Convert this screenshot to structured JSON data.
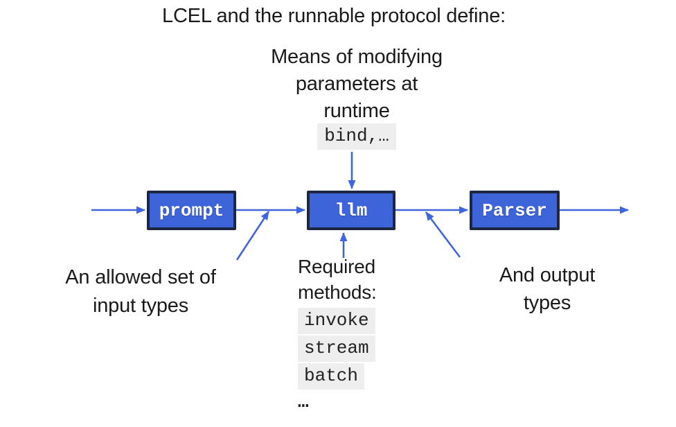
{
  "slide": {
    "title": "LCEL and the runnable protocol define:"
  },
  "annotations": {
    "modify_params": {
      "text": "Means of modifying\nparameters at\nruntime",
      "code": "bind,…"
    },
    "input_types": "An allowed set of\ninput types",
    "required_methods": {
      "heading": "Required\nmethods:",
      "items": [
        "invoke",
        "stream",
        "batch"
      ],
      "more": "…"
    },
    "output_types": "And output\ntypes"
  },
  "diagram": {
    "nodes": [
      {
        "id": "prompt",
        "label": "prompt"
      },
      {
        "id": "llm",
        "label": "llm"
      },
      {
        "id": "parser",
        "label": "Parser"
      }
    ]
  },
  "colors": {
    "background": "#ffffff",
    "text": "#1a1a1a",
    "node_fill": "#3d64d8",
    "node_border": "#1d2742",
    "node_text": "#ffffff",
    "arrow": "#3f65de",
    "code_bg": "#eeeeee",
    "code_text": "#222222"
  }
}
